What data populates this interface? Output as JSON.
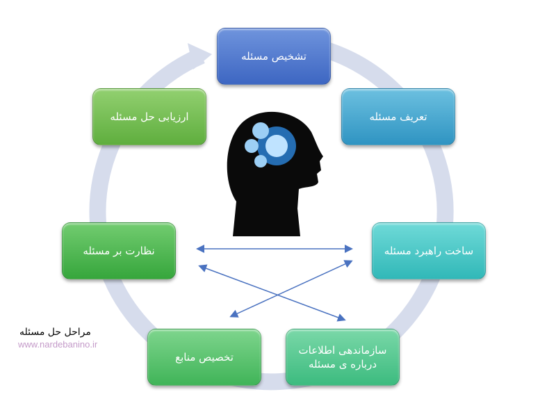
{
  "steps": [
    {
      "label": "تشخیص مسئله"
    },
    {
      "label": "تعریف مسئله"
    },
    {
      "label": "ساخت راهبرد مسئله"
    },
    {
      "label": "سازماندهی اطلاعات درباره ی مسئله"
    },
    {
      "label": "تخصیص منابع"
    },
    {
      "label": "نظارت بر مسئله"
    },
    {
      "label": "ارزیابی حل مسئله"
    }
  ],
  "caption": {
    "title": "مراحل حل مسئله",
    "url": "www.nardebanino.ir"
  },
  "colors": {
    "ring": "#d4dbec",
    "arrows": "#4a72c0"
  }
}
